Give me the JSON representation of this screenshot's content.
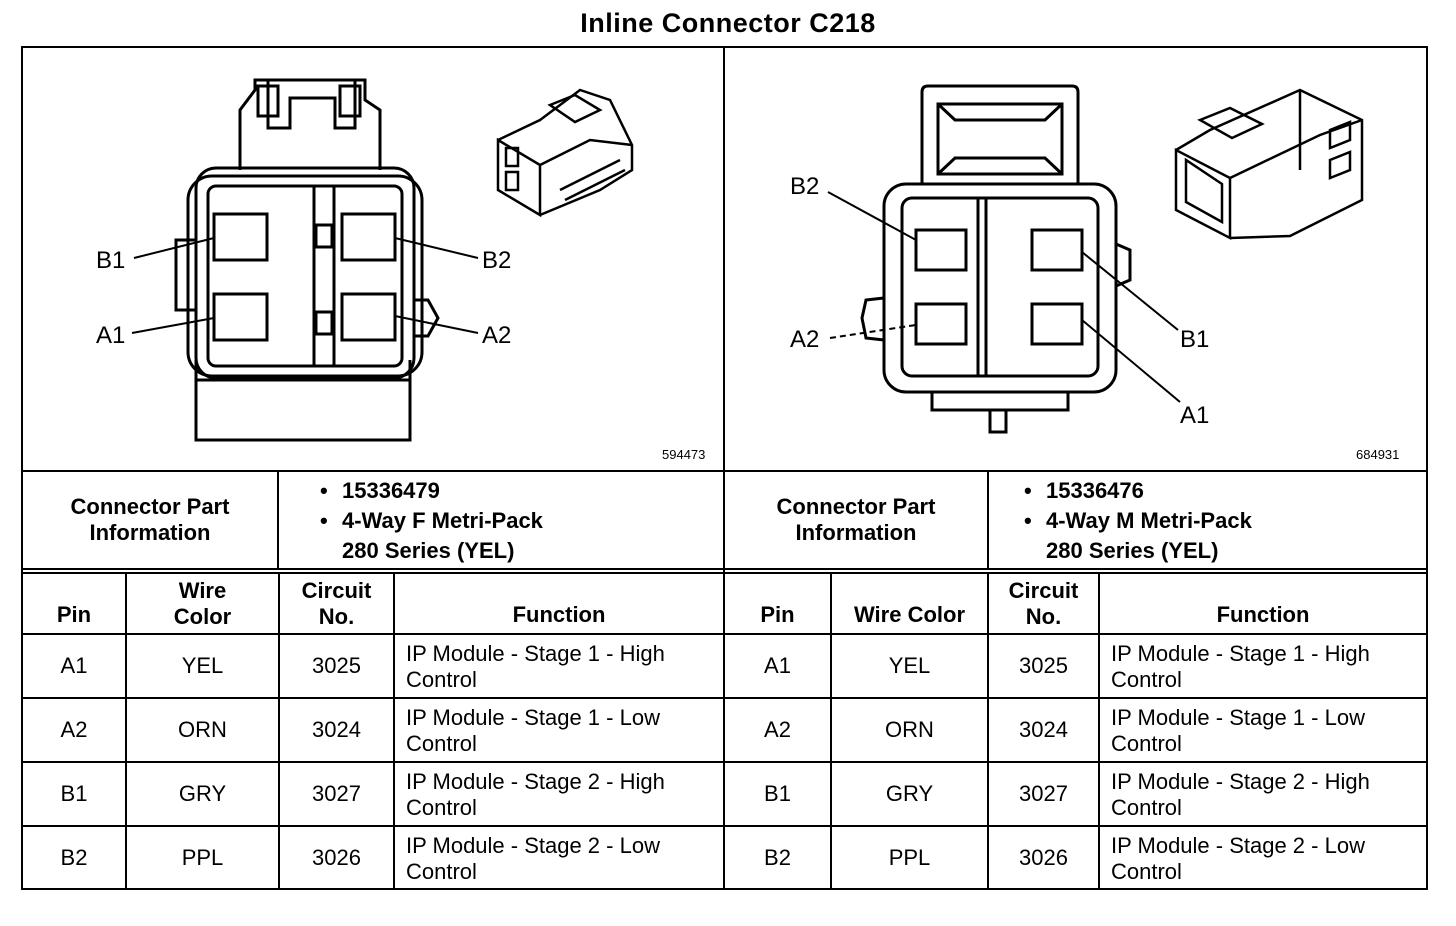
{
  "title": "Inline Connector C218",
  "left": {
    "image_id": "594473",
    "pin_labels": {
      "b1": "B1",
      "a1": "A1",
      "b2": "B2",
      "a2": "A2"
    },
    "part_info_label_line1": "Connector Part",
    "part_info_label_line2": "Information",
    "part_number": "15336479",
    "connector_desc_line1": "4-Way F Metri-Pack",
    "connector_desc_line2": "280 Series (YEL)",
    "headers": {
      "pin": "Pin",
      "wire_color_line1": "Wire",
      "wire_color_line2": "Color",
      "circuit_line1": "Circuit",
      "circuit_line2": "No.",
      "function": "Function"
    },
    "rows": [
      {
        "pin": "A1",
        "color": "YEL",
        "circuit": "3025",
        "func1": "IP Module - Stage 1 - High",
        "func2": "Control"
      },
      {
        "pin": "A2",
        "color": "ORN",
        "circuit": "3024",
        "func1": "IP Module - Stage 1 - Low",
        "func2": "Control"
      },
      {
        "pin": "B1",
        "color": "GRY",
        "circuit": "3027",
        "func1": "IP Module - Stage 2 - High",
        "func2": "Control"
      },
      {
        "pin": "B2",
        "color": "PPL",
        "circuit": "3026",
        "func1": "IP Module - Stage 2 - Low",
        "func2": "Control"
      }
    ]
  },
  "right": {
    "image_id": "684931",
    "pin_labels": {
      "b2": "B2",
      "a2": "A2",
      "b1": "B1",
      "a1": "A1"
    },
    "part_info_label_line1": "Connector Part",
    "part_info_label_line2": "Information",
    "part_number": "15336476",
    "connector_desc_line1": "4-Way M Metri-Pack",
    "connector_desc_line2": "280 Series (YEL)",
    "headers": {
      "pin": "Pin",
      "wire_color": "Wire Color",
      "circuit_line1": "Circuit",
      "circuit_line2": "No.",
      "function": "Function"
    },
    "rows": [
      {
        "pin": "A1",
        "color": "YEL",
        "circuit": "3025",
        "func1": "IP Module - Stage 1 - High",
        "func2": "Control"
      },
      {
        "pin": "A2",
        "color": "ORN",
        "circuit": "3024",
        "func1": "IP Module - Stage 1 - Low",
        "func2": "Control"
      },
      {
        "pin": "B1",
        "color": "GRY",
        "circuit": "3027",
        "func1": "IP Module - Stage 2 - High",
        "func2": "Control"
      },
      {
        "pin": "B2",
        "color": "PPL",
        "circuit": "3026",
        "func1": "IP Module - Stage 2 - Low",
        "func2": "Control"
      }
    ]
  }
}
